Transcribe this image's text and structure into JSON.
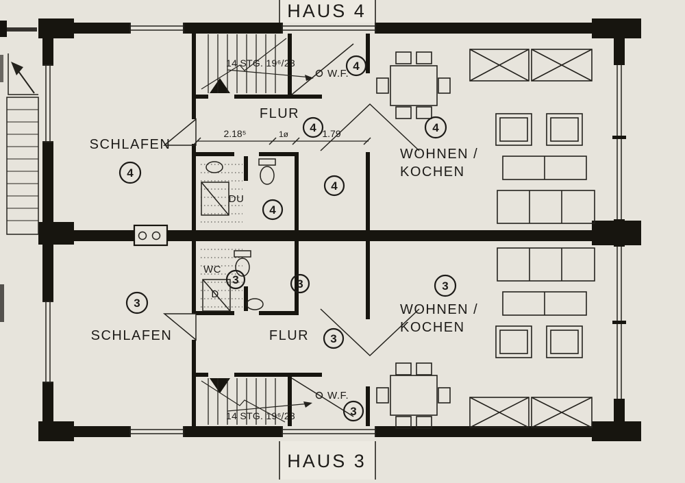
{
  "plan": {
    "paper_color": "#e7e4dc",
    "ink_color": "#1d1b18",
    "title_top": "HAUS 4",
    "title_bottom": "HAUS 3",
    "haus4": {
      "number": "4",
      "schlafen_label": "SCHLAFEN",
      "flur_label": "FLUR",
      "wohnen_label_line1": "WOHNEN /",
      "wohnen_label_line2": "KOCHEN",
      "du_label": "DU",
      "wf_label": "W.F.",
      "stairs_note": "14 STG. 19⁶/23",
      "dim_left": "2.18⁵",
      "dim_mid": "1ø",
      "dim_right": "1.79"
    },
    "haus3": {
      "number": "3",
      "schlafen_label": "SCHLAFEN",
      "flur_label": "FLUR",
      "wohnen_label_line1": "WOHNEN /",
      "wohnen_label_line2": "KOCHEN",
      "wc_label": "WC",
      "d_label": "D",
      "wf_label": "W.F.",
      "stairs_note": "14 STG. 19⁶/23"
    }
  }
}
